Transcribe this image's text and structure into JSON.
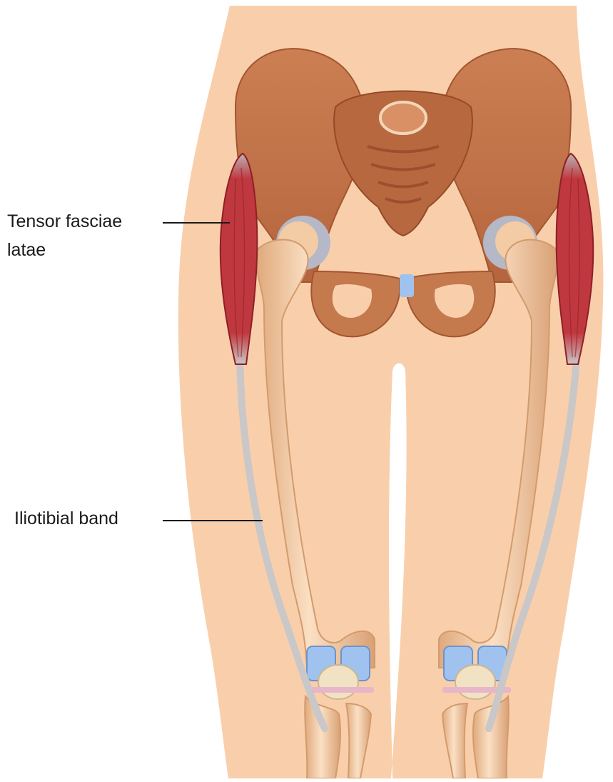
{
  "labels": {
    "tensor_fasciae_latae_line1": "Tensor fasciae",
    "tensor_fasciae_latae_line2": "latae",
    "iliotibial_band": "Iliotibial band"
  },
  "colors": {
    "skin": "#f9cfab",
    "bone": "#f3cba5",
    "bone_shadow": "#d39b6c",
    "pelvis": "#c5754a",
    "pelvis_dark": "#a2552f",
    "muscle": "#c0383f",
    "muscle_dark": "#8f1f26",
    "tendon": "#c9c7c8",
    "cartilage": "#9fc3ee",
    "patella": "#f2e2c4",
    "leader_line": "#1a1a1a"
  }
}
